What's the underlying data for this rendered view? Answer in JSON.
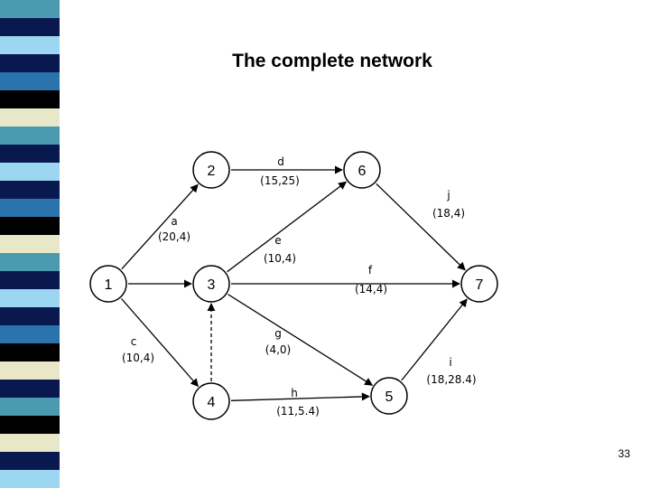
{
  "title": "The complete network",
  "page_number": "33",
  "colors": {
    "strip": [
      "#4a9ab0",
      "#0a1850",
      "#9cd6f0",
      "#0a1850",
      "#2b73ad",
      "#000000",
      "#e8e8c8",
      "#4a9ab0",
      "#0a1850",
      "#9cd6f0",
      "#0a1850",
      "#2b73ad",
      "#000000",
      "#e8e8c8",
      "#4a9ab0",
      "#0a1850",
      "#9cd6f0",
      "#0a1850",
      "#2b73ad",
      "#000000",
      "#e8e8c8",
      "#0a1850",
      "#4a9ab0",
      "#000000",
      "#e8e8c8",
      "#0a1850",
      "#9cd6f0"
    ]
  },
  "nodes": [
    {
      "id": "1",
      "label": "1"
    },
    {
      "id": "2",
      "label": "2"
    },
    {
      "id": "3",
      "label": "3"
    },
    {
      "id": "4",
      "label": "4"
    },
    {
      "id": "5",
      "label": "5"
    },
    {
      "id": "6",
      "label": "6"
    },
    {
      "id": "7",
      "label": "7"
    }
  ],
  "edges": [
    {
      "id": "a",
      "from": "1",
      "to": "2",
      "name": "a",
      "value": "(20,4)"
    },
    {
      "id": "b",
      "from": "1",
      "to": "3",
      "name": "",
      "value": ""
    },
    {
      "id": "c",
      "from": "1",
      "to": "4",
      "name": "c",
      "value": "(10,4)"
    },
    {
      "id": "d",
      "from": "2",
      "to": "6",
      "name": "d",
      "value": "(15,25)"
    },
    {
      "id": "e",
      "from": "3",
      "to": "6",
      "name": "e",
      "value": "(10,4)"
    },
    {
      "id": "f",
      "from": "3",
      "to": "7",
      "name": "f",
      "value": "(14,4)"
    },
    {
      "id": "g",
      "from": "3",
      "to": "5",
      "name": "g",
      "value": "(4,0)"
    },
    {
      "id": "dummy",
      "from": "4",
      "to": "3",
      "name": "",
      "value": "",
      "dashed": true
    },
    {
      "id": "h",
      "from": "4",
      "to": "5",
      "name": "h",
      "value": "(11,5.4)"
    },
    {
      "id": "i",
      "from": "5",
      "to": "7",
      "name": "i",
      "value": "(18,28.4)"
    },
    {
      "id": "j",
      "from": "6",
      "to": "7",
      "name": "j",
      "value": "(18,4)"
    }
  ]
}
